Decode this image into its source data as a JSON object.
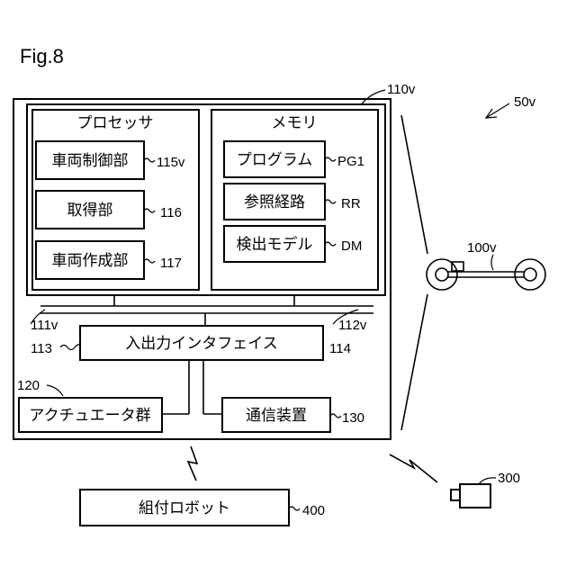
{
  "figure_label": "Fig.8",
  "refs": {
    "system": "50v",
    "controller": "110v",
    "processor": "115v",
    "acquisition": "116",
    "creation": "117",
    "program": "PG1",
    "route": "RR",
    "model": "DM",
    "bus_left": "111v",
    "bus_right": "112v",
    "io_left": "113",
    "io_right": "114",
    "actuator": "120",
    "comm": "130",
    "vehicle": "100v",
    "camera": "300",
    "robot": "400"
  },
  "labels": {
    "processor": "プロセッサ",
    "memory": "メモリ",
    "vehicle_control": "車両制御部",
    "acquisition": "取得部",
    "vehicle_creation": "車両作成部",
    "program": "プログラム",
    "reference_route": "参照経路",
    "detection_model": "検出モデル",
    "io_interface": "入出力インタフェイス",
    "actuator_group": "アクチュエータ群",
    "communication_device": "通信装置",
    "assembly_robot": "組付ロボット"
  }
}
